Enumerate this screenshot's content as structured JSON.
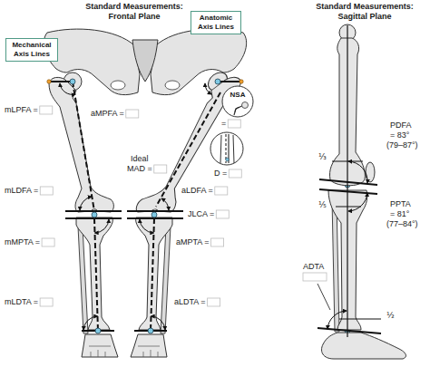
{
  "diagram": {
    "nodes": [
      {
        "text": [
          "Mechanical Axis Lines"
        ]
      },
      {
        "text": [
          "Anatomic Axis Lines"
        ]
      },
      {
        "text": [
          "NSA"
        ]
      }
    ],
    "labels": [
      "Standard Measurements:",
      "Frontal Plane",
      "Standard Measurements:",
      "Sagittal Plane",
      "mLPFA =",
      "aMPFA =",
      "=",
      "Ideal",
      "MAD =",
      "D =",
      "mLDFA =",
      "aLDFA =",
      "JLCA =",
      "mMPTA =",
      "aMPTA =",
      "mLDTA =",
      "aLDTA =",
      "PDFA",
      "= 83°",
      "(79–87°)",
      "⅓",
      "⅕",
      "PPTA",
      "= 81°",
      "(77–84°)",
      "ADTA",
      "½"
    ]
  }
}
